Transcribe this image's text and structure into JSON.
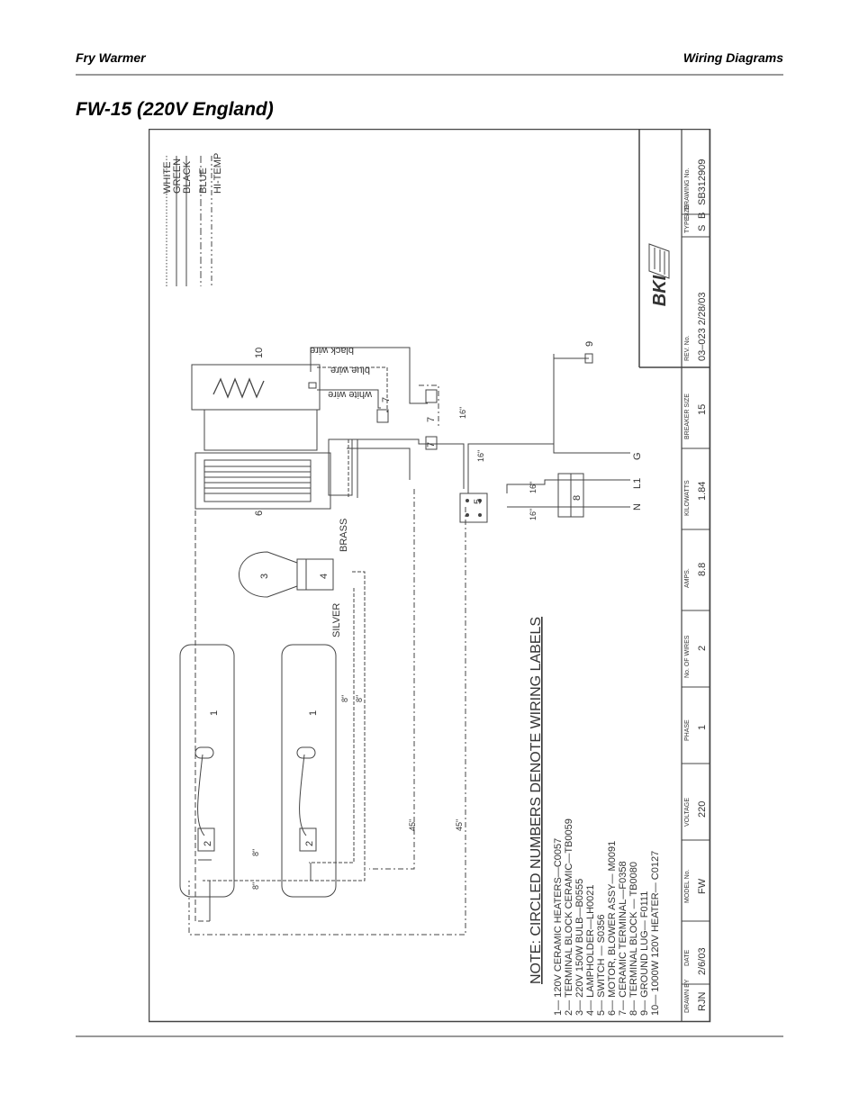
{
  "header": {
    "left": "Fry Warmer",
    "right": "Wiring Diagrams"
  },
  "title": "FW-15 (220V England)",
  "legend": [
    "WHITE",
    "GREEN",
    "BLACK",
    "BLUE",
    "HI-TEMP"
  ],
  "note": "NOTE:  CIRCLED NUMBERS DENOTE WIRING LABELS",
  "parts": [
    "1— 120V CERAMIC HEATERS—C0057",
    "2— TERMINAL BLOCK CERAMIC—TB0059",
    "3— 220V 150W BULB—B0555",
    "4— LAMPHOLDER—LH0021",
    "5— SWITCH — S0356",
    "6— MOTOR, BLOWER ASSY— M0091",
    "7— CERAMIC TERMINAL—F0358",
    "8— TERMINAL BLOCK — TB0080",
    "9— GROUND LUG— F0111",
    "10— 1000W 120V HEATER— C0127"
  ],
  "wire_labels": {
    "black": "black wire",
    "blue": "blue wire",
    "white": "white wire"
  },
  "lamp_labels": {
    "brass": "BRASS",
    "silver": "SILVER"
  },
  "supply_labels": [
    "G",
    "L1",
    "N"
  ],
  "dims": {
    "d16": "16\"",
    "d8": "8\"",
    "d45": "45\""
  },
  "callouts": {
    "c1": "1",
    "c2": "2",
    "c3": "3",
    "c4": "4",
    "c5": "5",
    "c6": "6",
    "c7": "7",
    "c8": "8",
    "c9": "9",
    "c10": "10"
  },
  "title_block": {
    "headers": [
      "DRAWN BY",
      "DATE",
      "MODEL No.",
      "VOLTAGE",
      "PHASE",
      "No. OF WIRES",
      "AMPS.",
      "KILOWATTS",
      "BREAKER SIZE",
      "REV. No.",
      "TYPE",
      "SIZE",
      "DRAWING No."
    ],
    "values": [
      "RJN",
      "2/6/03",
      "FW",
      "220",
      "1",
      "2",
      "8.8",
      "1.84",
      "15",
      "03–023   2/28/03",
      "S",
      "B",
      "SB312909"
    ],
    "logo": "BKI"
  }
}
